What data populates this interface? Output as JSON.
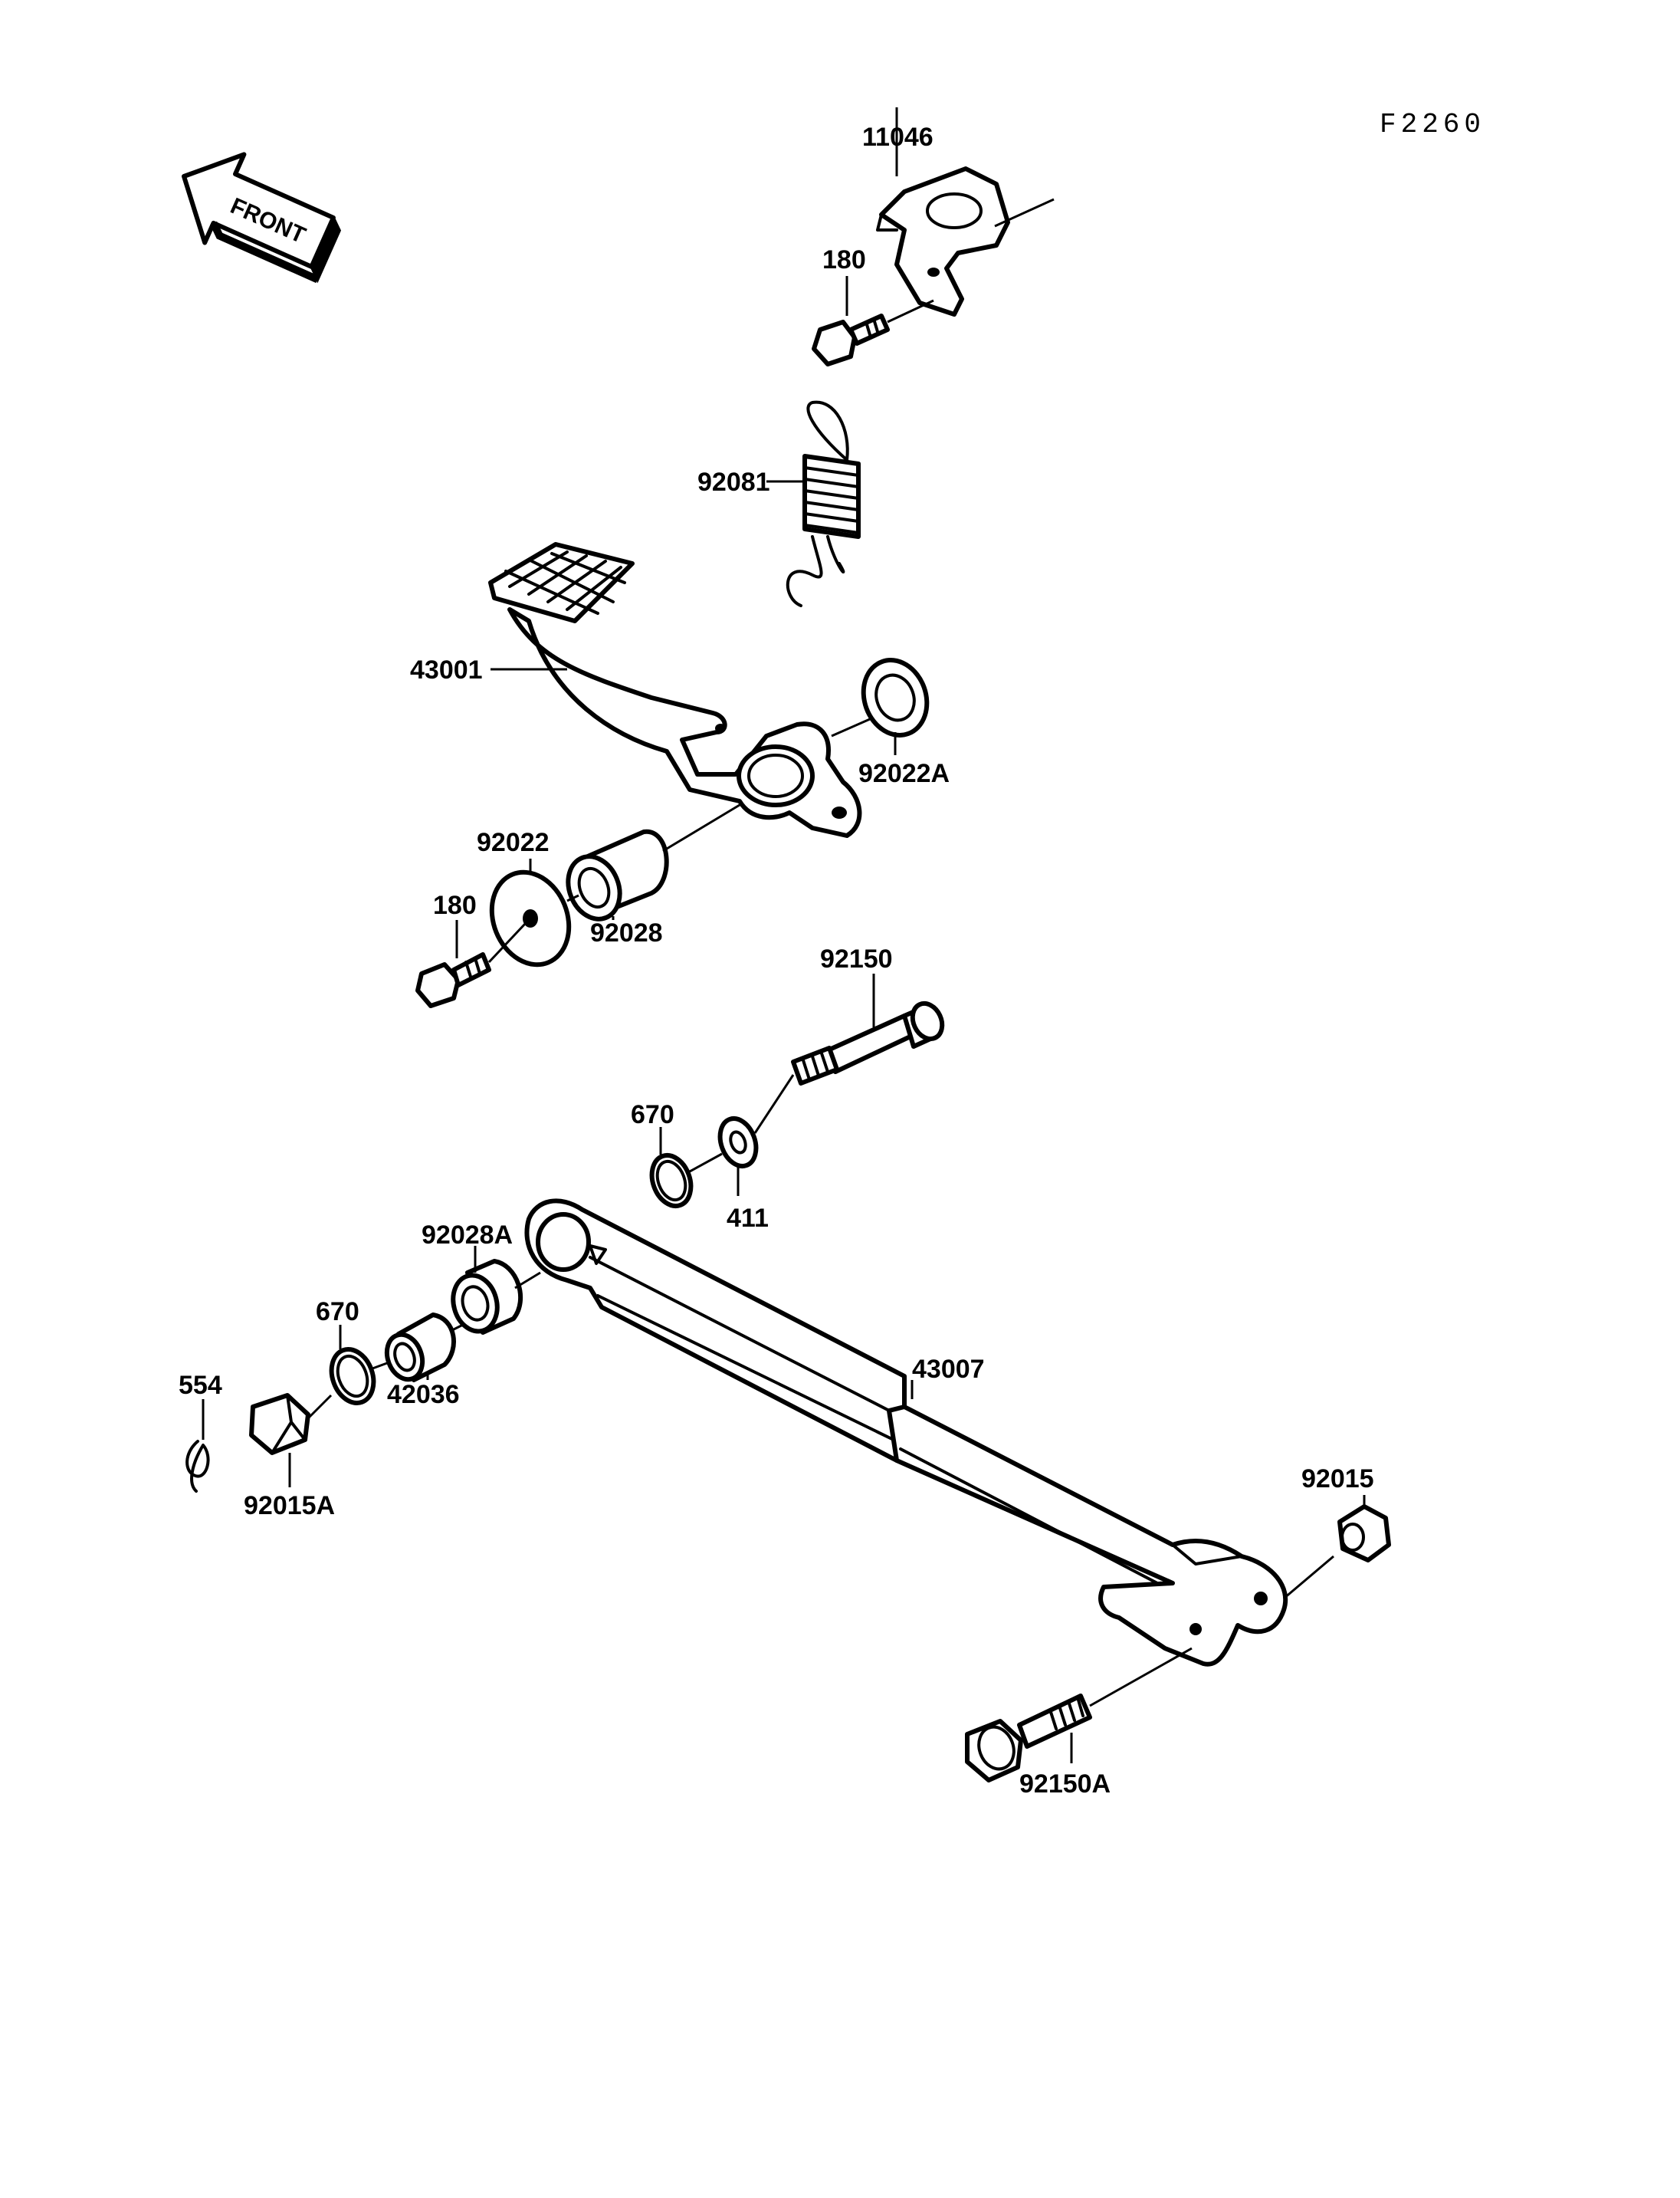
{
  "figure_code": "F2260",
  "front_label": "FRONT",
  "callouts": {
    "p11046": "11046",
    "p180_top": "180",
    "p92081": "92081",
    "p43001": "43001",
    "p92022A": "92022A",
    "p92022": "92022",
    "p180_mid": "180",
    "p92028": "92028",
    "p92150": "92150",
    "p670_top": "670",
    "p411": "411",
    "p92028A": "92028A",
    "p670_left": "670",
    "p42036": "42036",
    "p554": "554",
    "p92015A": "92015A",
    "p43007": "43007",
    "p92015": "92015",
    "p92150A": "92150A"
  }
}
